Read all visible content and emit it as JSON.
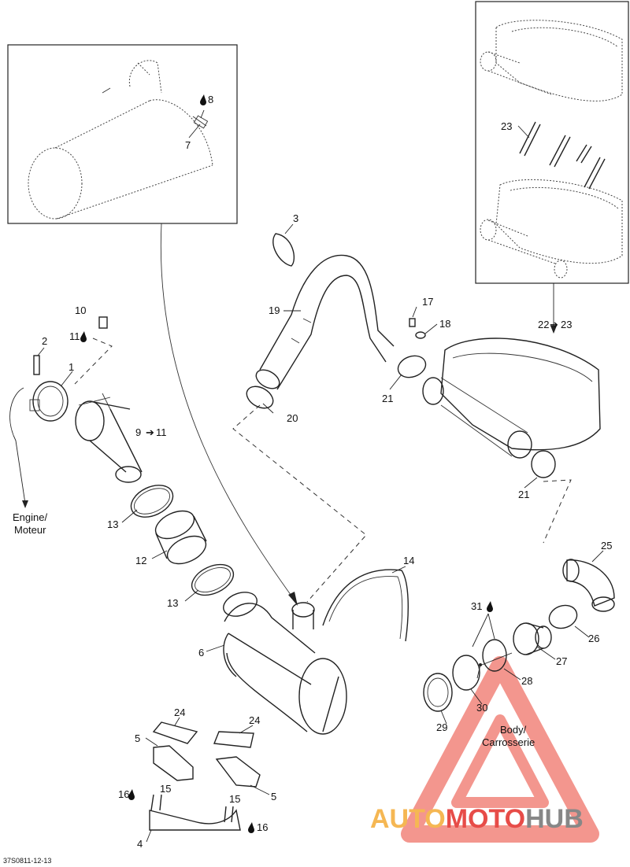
{
  "callouts": {
    "c1": "1",
    "c2": "2",
    "c3": "3",
    "c4": "4",
    "c5a": "5",
    "c5b": "5",
    "c6": "6",
    "c7": "7",
    "c8": "8",
    "c9": "9",
    "c10": "10",
    "c11a": "11",
    "c11b": "11",
    "c12": "12",
    "c13a": "13",
    "c13b": "13",
    "c14": "14",
    "c15a": "15",
    "c15b": "15",
    "c16a": "16",
    "c16b": "16",
    "c17": "17",
    "c18": "18",
    "c19": "19",
    "c20": "20",
    "c21a": "21",
    "c21b": "21",
    "c22": "22",
    "c23a": "23",
    "c23b": "23",
    "c24a": "24",
    "c24b": "24",
    "c25": "25",
    "c26": "26",
    "c27": "27",
    "c28": "28",
    "c29": "29",
    "c30": "30",
    "c31": "31"
  },
  "arrow_glyph": "➔",
  "labels": {
    "engine_line1": "Engine/",
    "engine_line2": "Moteur",
    "body_line1": "Body/",
    "body_line2": "Carrosserie"
  },
  "footer_code": "37S0811-12-13",
  "watermark": {
    "part1": "AUTO",
    "part2": "MOTO",
    "part3": "HUB",
    "color_orange": "#f5b041",
    "color_red": "#e53935",
    "color_gray": "#7b7b7b"
  }
}
